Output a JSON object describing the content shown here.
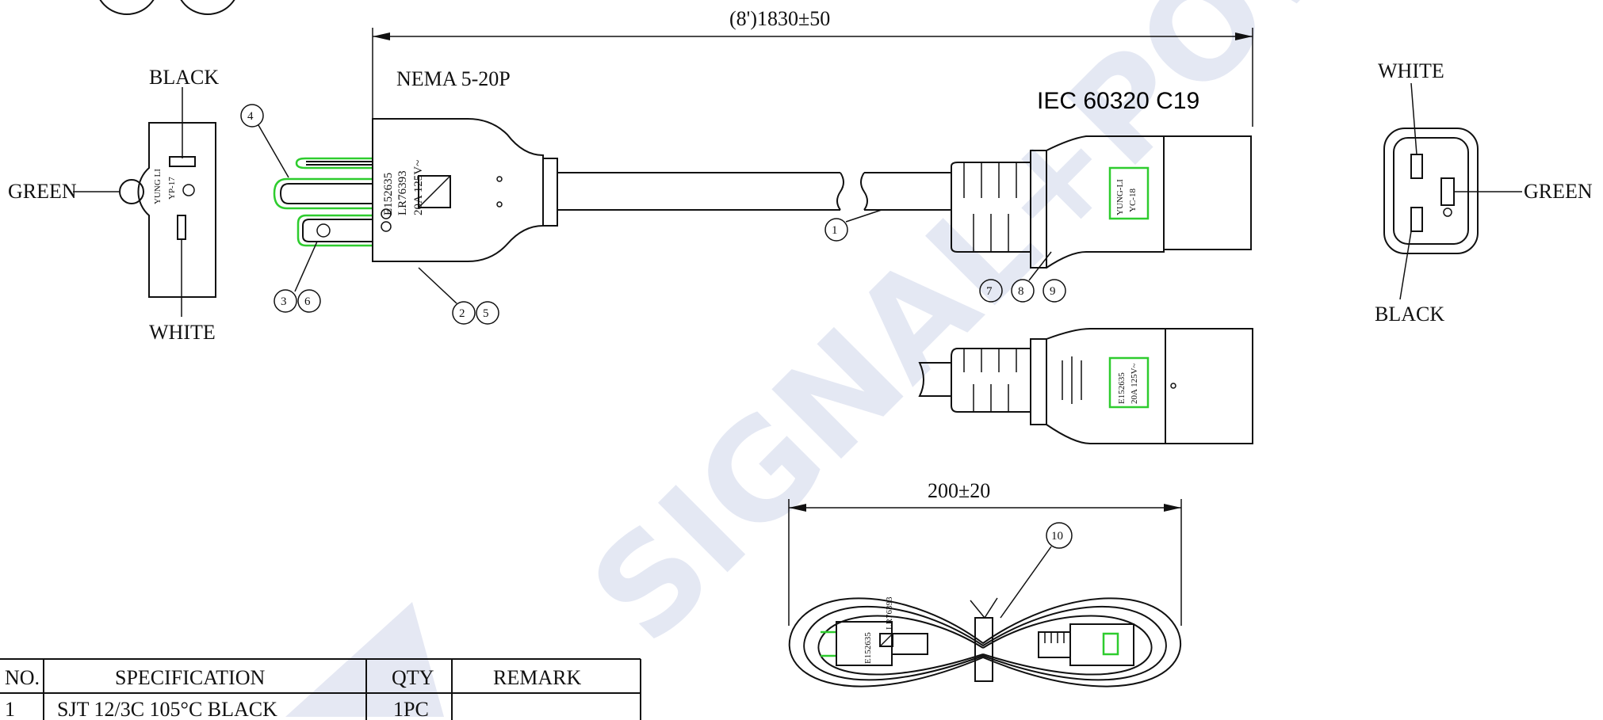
{
  "diagram": {
    "overall_length_dim": "(8')1830±50",
    "plug_standard": "NEMA 5-20P",
    "connector_standard": "IEC 60320  C19",
    "coil_dim": "200±20",
    "plug_face": {
      "black_label": "BLACK",
      "white_label": "WHITE",
      "green_label": "GREEN",
      "mark_line1": "YUNG LI",
      "mark_line2": "YP-17"
    },
    "plug_body_marks": {
      "line1": "E152635",
      "line2": "LR76393",
      "line3": "20A 125V~"
    },
    "connector_marks": {
      "line1": "YUNG-LI",
      "line2": "YC-18"
    },
    "connector_side_marks": {
      "line1": "E152635",
      "line2": "20A 125V~"
    },
    "coil_plug_marks": {
      "line1": "E152635",
      "line2": "LR76393"
    },
    "connector_face": {
      "white_label": "WHITE",
      "black_label": "BLACK",
      "green_label": "GREEN"
    },
    "callouts": {
      "c1": "1",
      "c2": "2",
      "c3": "3",
      "c4": "4",
      "c5": "5",
      "c6": "6",
      "c7": "7",
      "c8": "8",
      "c9": "9",
      "c10": "10"
    },
    "watermark": "SIGNAL+POWER"
  },
  "bom_table": {
    "headers": {
      "no": "NO.",
      "spec": "SPECIFICATION",
      "qty": "QTY",
      "remark": "REMARK"
    },
    "rows": [
      {
        "no": "1",
        "spec": "SJT 12/3C 105°C BLACK",
        "qty": "1PC",
        "remark": ""
      }
    ]
  }
}
